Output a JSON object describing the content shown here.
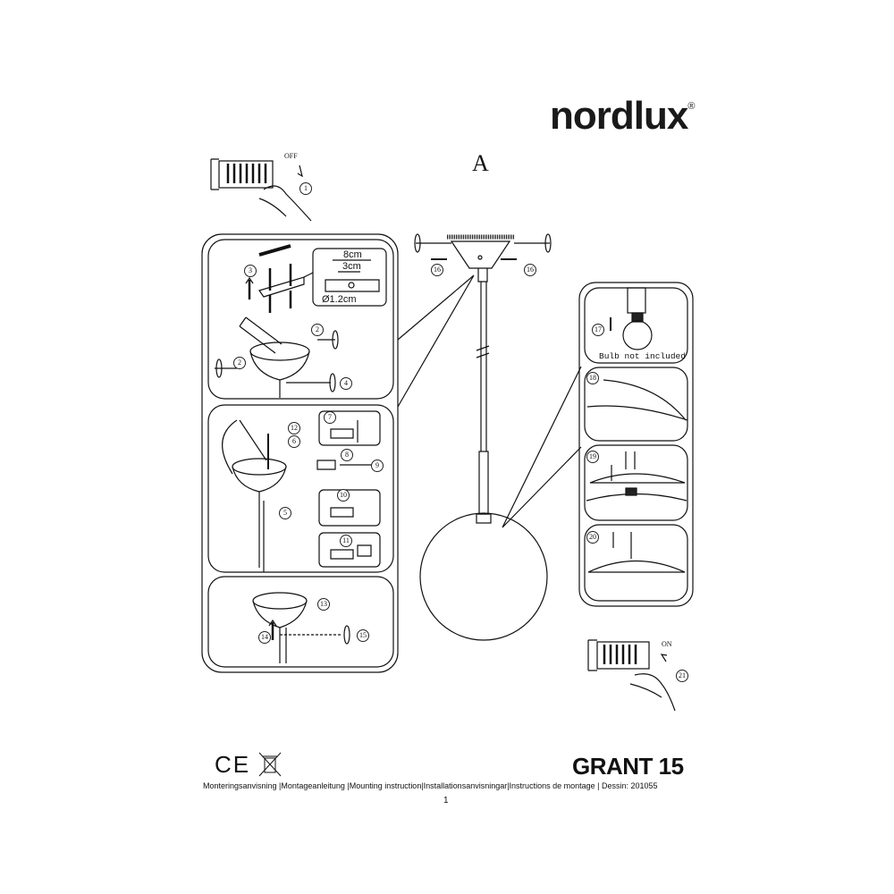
{
  "brand": {
    "name": "nordlux",
    "registered": "®"
  },
  "variant_label": "A",
  "switch_off_label": "OFF",
  "switch_on_label": "ON",
  "bracket_dimensions": {
    "outer": "8cm",
    "inner": "3cm",
    "hole": "Ø1.2cm"
  },
  "bulb_note": "Bulb not included",
  "steps": [
    "1",
    "2",
    "2",
    "3",
    "4",
    "5",
    "6",
    "7",
    "8",
    "9",
    "10",
    "11",
    "12",
    "13",
    "14",
    "15",
    "16",
    "16",
    "17",
    "18",
    "19",
    "20",
    "21"
  ],
  "certification": {
    "ce": "CE",
    "weee": "weee-bin-icon"
  },
  "product_name": "GRANT 15",
  "footer": {
    "languages": "Monteringsanvisning |Montageanleitung |Mounting instruction|Installationsanvisningar|Instructions de montage",
    "dessin_label": "| Dessin:",
    "dessin_number": "201055"
  },
  "page_number": "1"
}
